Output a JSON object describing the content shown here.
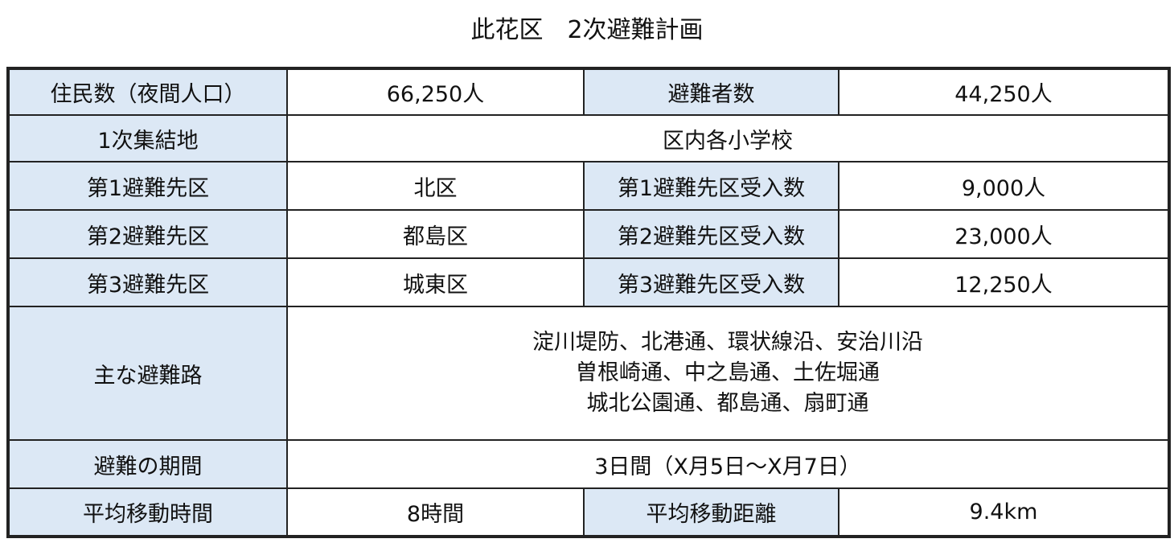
{
  "title": "此花区　2次避難計画",
  "table": {
    "residents_label": "住民数（夜間人口）",
    "residents_value": "66,250人",
    "evacuees_label": "避難者数",
    "evacuees_value": "44,250人",
    "assembly_label": "1次集結地",
    "assembly_value": "区内各小学校",
    "dest": [
      {
        "label": "第1避難先区",
        "value": "北区",
        "cap_label": "第1避難先区受入数",
        "cap_value": "9,000人"
      },
      {
        "label": "第2避難先区",
        "value": "都島区",
        "cap_label": "第2避難先区受入数",
        "cap_value": "23,000人"
      },
      {
        "label": "第3避難先区",
        "value": "城東区",
        "cap_label": "第3避難先区受入数",
        "cap_value": "12,250人"
      }
    ],
    "routes_label": "主な避難路",
    "routes_lines": [
      "淀川堤防、北港通、環状線沿、安治川沿",
      "曽根崎通、中之島通、土佐堀通",
      "城北公園通、都島通、扇町通"
    ],
    "period_label": "避難の期間",
    "period_value": "3日間（X月5日～X月7日）",
    "avg_time_label": "平均移動時間",
    "avg_time_value": "8時間",
    "avg_dist_label": "平均移動距離",
    "avg_dist_value": "9.4km"
  }
}
